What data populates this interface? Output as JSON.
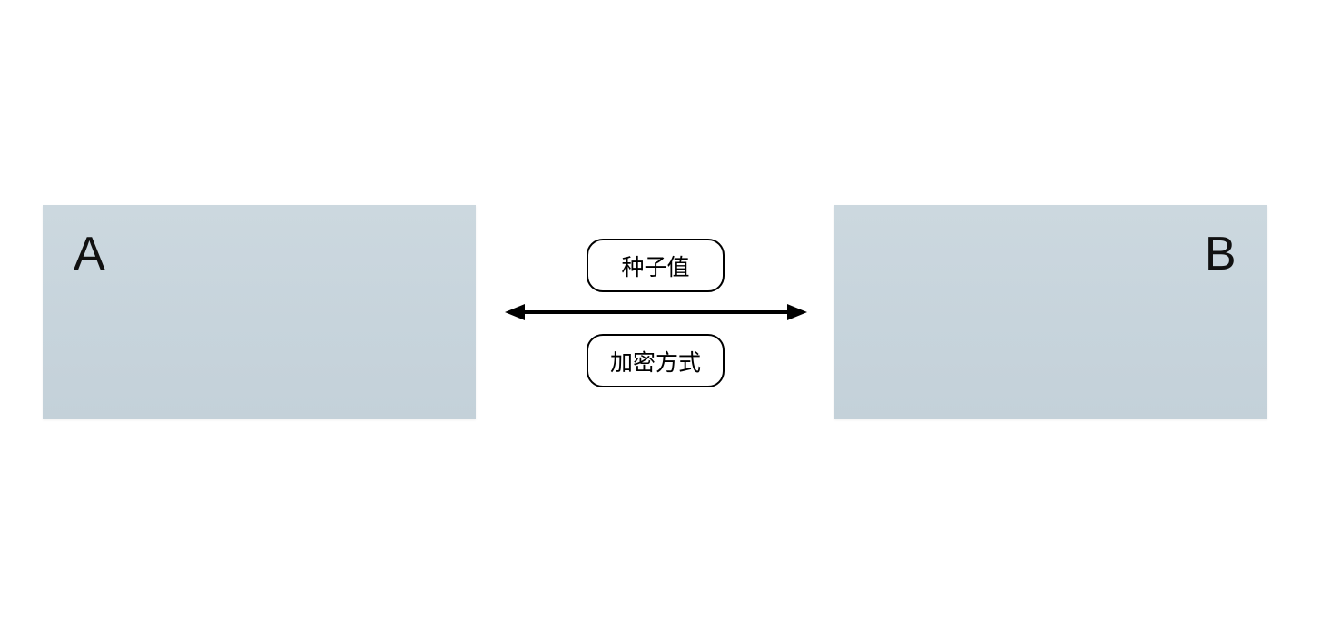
{
  "diagram": {
    "nodes": [
      {
        "id": "A",
        "label": "A"
      },
      {
        "id": "B",
        "label": "B"
      }
    ],
    "connector": {
      "type": "double-headed-arrow",
      "label_top": "种子值",
      "label_bottom": "加密方式"
    },
    "colors": {
      "node_fill": "#c7d4dc",
      "connector_stroke": "#000000",
      "pill_border": "#000000",
      "pill_fill": "#ffffff",
      "text": "#111111",
      "background": "#ffffff"
    }
  }
}
